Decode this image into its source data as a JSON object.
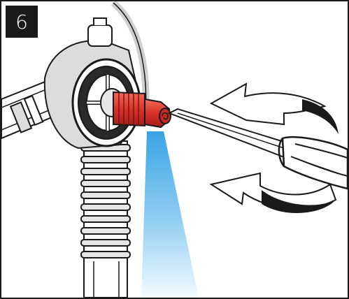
{
  "step": {
    "number": "6"
  },
  "icons": {
    "step_badge": "step-number-badge",
    "rotation": "rotate-arrows-icon",
    "screwdriver": "screwdriver-icon",
    "nozzle": "nozzle-part",
    "spray": "water-spray"
  },
  "colors": {
    "nozzle_accent": "#e0392b",
    "spray_top": "#3aa9e8",
    "spray_bottom": "#e8f5fc",
    "line": "#1a1a1a",
    "badge_bg": "#1a1a1a"
  }
}
